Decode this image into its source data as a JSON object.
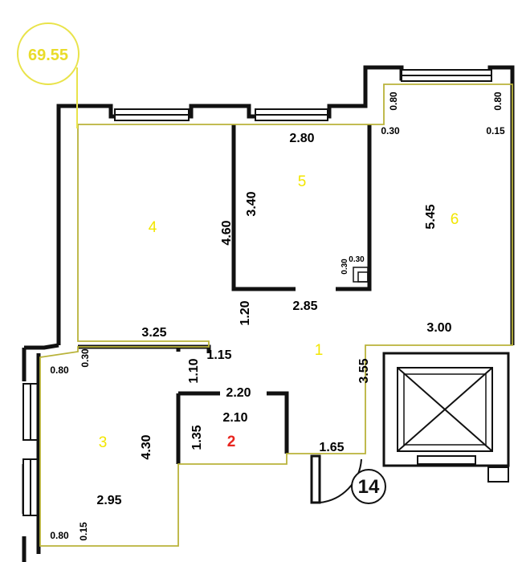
{
  "plan": {
    "total_area": "69.55",
    "apartment_number": "14",
    "colors": {
      "wall": "#111111",
      "outline": "#b9b33a",
      "room_label": "#f2e600",
      "room_label_alt": "#e8251f"
    },
    "rooms": [
      {
        "id": "r1",
        "label": "1"
      },
      {
        "id": "r2",
        "label": "2"
      },
      {
        "id": "r3",
        "label": "3"
      },
      {
        "id": "r4",
        "label": "4"
      },
      {
        "id": "r5",
        "label": "5"
      },
      {
        "id": "r6",
        "label": "6"
      }
    ],
    "dimensions": [
      "2.80",
      "3.40",
      "4.60",
      "0.80",
      "0.80",
      "0.30",
      "0.15",
      "5.45",
      "0.30",
      "0.30",
      "2.85",
      "1.20",
      "3.00",
      "3.25",
      "1.15",
      "0.80",
      "0.30",
      "1.10",
      "3.55",
      "2.20",
      "2.10",
      "1.35",
      "4.30",
      "1.65",
      "2.95",
      "0.80",
      "0.15"
    ]
  }
}
